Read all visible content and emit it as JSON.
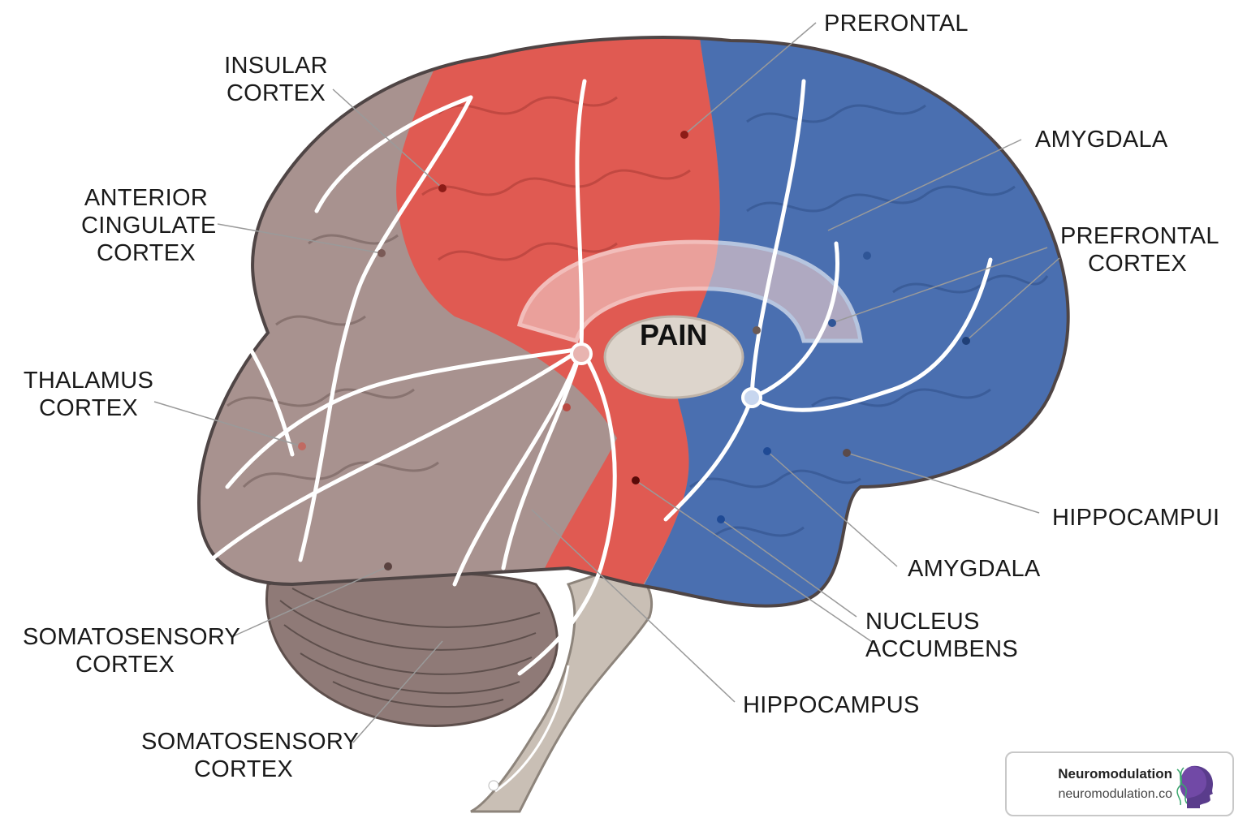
{
  "center_label": "PAIN",
  "labels": {
    "preronal": [
      "PRERONTAL"
    ],
    "insular": [
      "INSULAR",
      "CORTEX"
    ],
    "anterior_cingulate": [
      "ANTERIOR",
      "CINGULATE",
      "CORTEX"
    ],
    "thalamus": [
      "THALAMUS",
      "CORTEX"
    ],
    "somatosensory_1": [
      "SOMATOSENSORY",
      "CORTEX"
    ],
    "somatosensory_2": [
      "SOMATOSENSORY",
      "CORTEX"
    ],
    "amygdala_top": [
      "AMYGDALA"
    ],
    "prefrontal": [
      "PREFRONTAL",
      "CORTEX"
    ],
    "hippocampui": [
      "HIPPOCAMPUI"
    ],
    "amygdala_bottom": [
      "AMYGDALA"
    ],
    "nucleus_accumbens": [
      "NUCLEUS",
      "ACCUMBENS"
    ],
    "hippocampus": [
      "HIPPOCAMPUS"
    ]
  },
  "brand": {
    "name": "Neuromodulation",
    "url": "neuromodulation.co"
  },
  "colors": {
    "red_region": "#e05a52",
    "blue_region": "#4a6fb0",
    "grey_region": "#a8928f",
    "cerebellum": "#8f7a77",
    "brainstem": "#c9bfb5",
    "pathway": "#ffffff",
    "leader_line": "#9a9a9a"
  }
}
